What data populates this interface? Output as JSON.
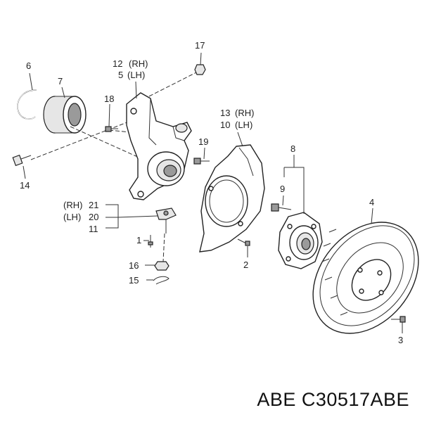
{
  "labels": {
    "l1": "1",
    "l2": "2",
    "l3": "3",
    "l4": "4",
    "l6": "6",
    "l7": "7",
    "l8": "8",
    "l9": "9",
    "l10": "10",
    "l10_side": "(LH)",
    "l11": "11",
    "l12": "12",
    "l12_side": "(RH)",
    "l13": "13",
    "l13_side": "(RH)",
    "l5": "5",
    "l5_side": "(LH)",
    "l14": "14",
    "l15": "15",
    "l16": "16",
    "l17": "17",
    "l18": "18",
    "l19": "19",
    "l20": "20",
    "l20_side": "(LH)",
    "l21": "21",
    "l21_side": "(RH)"
  },
  "caption": {
    "brand": "ABE",
    "part_number": "C30517ABE"
  }
}
